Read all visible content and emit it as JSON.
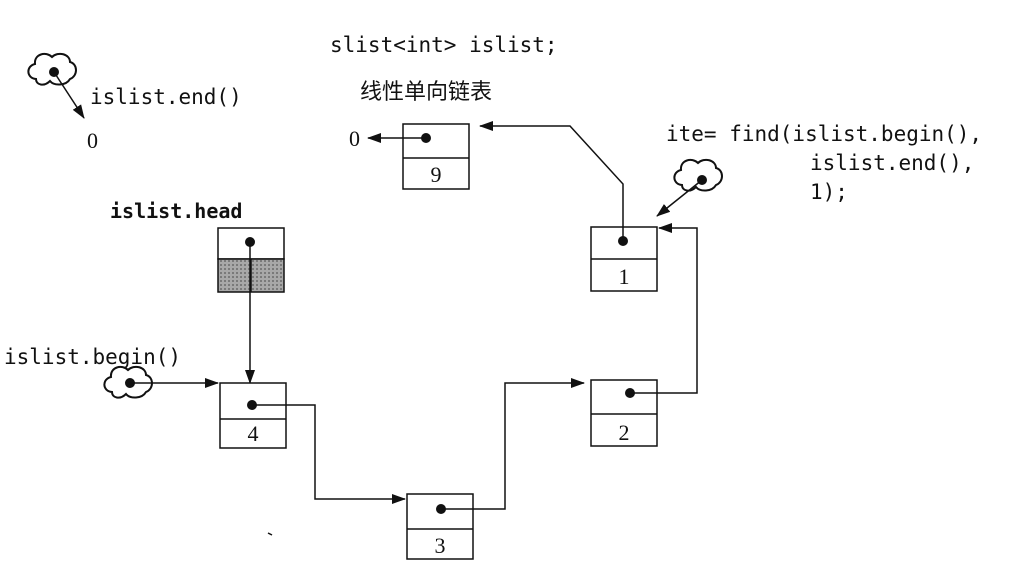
{
  "code": {
    "declaration": "slist<int> islist;",
    "find_line1": "ite= find(islist.begin(),",
    "find_line2": "islist.end(),",
    "find_line3": "1);"
  },
  "caption": "线性单向链表",
  "labels": {
    "end": "islist.end()",
    "head": "islist.head",
    "begin": "islist.begin()",
    "null_end": "0",
    "null_tail": "0"
  },
  "nodes": [
    {
      "id": "node-4",
      "value": "4"
    },
    {
      "id": "node-3",
      "value": "3"
    },
    {
      "id": "node-2",
      "value": "2"
    },
    {
      "id": "node-1",
      "value": "1"
    },
    {
      "id": "node-9",
      "value": "9"
    }
  ],
  "colors": {
    "ink": "#111111",
    "head_fill": "#9a9a9a",
    "background": "#ffffff"
  }
}
